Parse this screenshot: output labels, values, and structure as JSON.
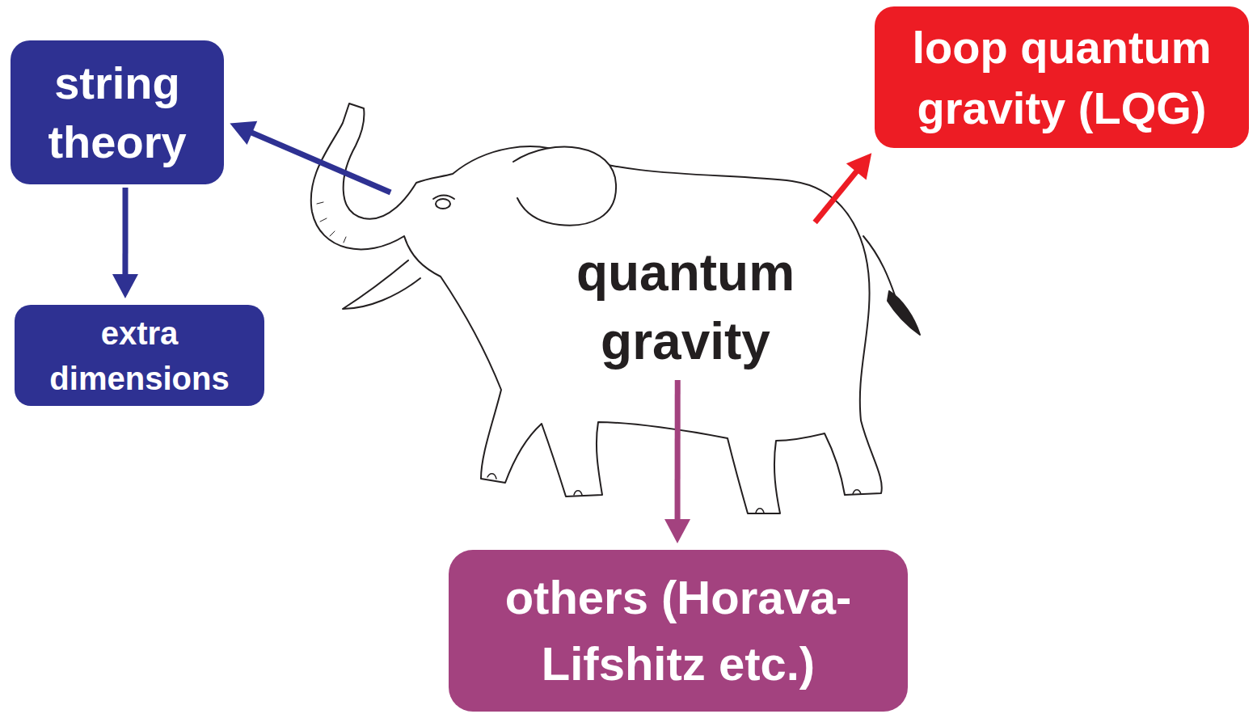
{
  "diagram": {
    "nodes": [
      {
        "text": [
          "string theory"
        ]
      },
      {
        "text": [
          "loop quantum gravity (LQG)"
        ]
      },
      {
        "text": [
          "extra dimensions"
        ]
      },
      {
        "text": [
          "quantum gravity"
        ]
      },
      {
        "text": [
          "others (Horava- Lifshitz etc.)"
        ]
      }
    ],
    "edges": [
      {
        "from": 3,
        "to": 0,
        "arrow": "to"
      },
      {
        "from": 0,
        "to": 2,
        "arrow": "to"
      },
      {
        "from": 3,
        "to": 1,
        "arrow": "to"
      },
      {
        "from": 3,
        "to": 4,
        "arrow": "to"
      }
    ]
  }
}
